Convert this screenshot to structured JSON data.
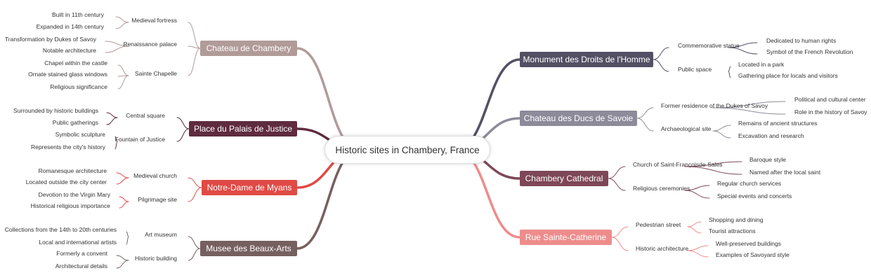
{
  "center": {
    "label": "Historic sites in Chambery, France"
  },
  "branches": [
    {
      "label": "Chateau de Chambery",
      "color": "#b19b99",
      "children": [
        {
          "label": "Medieval fortress",
          "leaves": [
            "Built in 11th century",
            "Expanded in 14th century"
          ]
        },
        {
          "label": "Renaissance palace",
          "leaves": [
            "Transformation by Dukes of Savoy",
            "Notable architecture"
          ]
        },
        {
          "label": "Sainte Chapelle",
          "leaves": [
            "Chapel within the castle",
            "Ornate stained glass windows",
            "Religious significance"
          ]
        }
      ]
    },
    {
      "label": "Place du Palais de Justice",
      "color": "#5f2b3f",
      "children": [
        {
          "label": "Central square",
          "leaves": [
            "Surrounded by historic buildings",
            "Public gatherings"
          ]
        },
        {
          "label": "Fountain of Justice",
          "leaves": [
            "Symbolic sculpture",
            "Represents the city's history"
          ]
        }
      ]
    },
    {
      "label": "Notre-Dame de Myans",
      "color": "#e04a45",
      "children": [
        {
          "label": "Medieval church",
          "leaves": [
            "Romanesque architecture",
            "Located outside the city center"
          ]
        },
        {
          "label": "Pilgrimage site",
          "leaves": [
            "Devotion to the Virgin Mary",
            "Historical religious importance"
          ]
        }
      ]
    },
    {
      "label": "Musee des Beaux-Arts",
      "color": "#76605f",
      "children": [
        {
          "label": "Art museum",
          "leaves": [
            "Collections from the 14th to 20th centuries",
            "Local and international artists"
          ]
        },
        {
          "label": "Historic building",
          "leaves": [
            "Formerly a convent",
            "Architectural details"
          ]
        }
      ]
    },
    {
      "label": "Monument des Droits de l'Homme",
      "color": "#535064",
      "children": [
        {
          "label": "Commemorative statue",
          "leaves": [
            "Dedicated to human rights",
            "Symbol of the French Revolution"
          ]
        },
        {
          "label": "Public space",
          "leaves": [
            "Located in a park",
            "Gathering place for locals and visitors"
          ]
        }
      ]
    },
    {
      "label": "Chateau des Ducs de Savoie",
      "color": "#8d8a9a",
      "children": [
        {
          "label": "Former residence of the Dukes of Savoy",
          "leaves": [
            "Political and cultural center",
            "Role in the history of Savoy"
          ]
        },
        {
          "label": "Archaeological site",
          "leaves": [
            "Remains of ancient structures",
            "Excavation and research"
          ]
        }
      ]
    },
    {
      "label": "Chambery Cathedral",
      "color": "#7e4758",
      "children": [
        {
          "label": "Church of Saint-Françoisde-Sales",
          "leaves": [
            "Baroque style",
            "Named after the local saint"
          ]
        },
        {
          "label": "Religious ceremonies",
          "leaves": [
            "Regular church services",
            "Special events and concerts"
          ]
        }
      ]
    },
    {
      "label": "Rue Sainte-Catherine",
      "color": "#ee8c8c",
      "children": [
        {
          "label": "Pedestrian street",
          "leaves": [
            "Shopping and dining",
            "Tourist attractions"
          ]
        },
        {
          "label": "Historic architecture",
          "leaves": [
            "Well-preserved buildings",
            "Examples of Savoyard style"
          ]
        }
      ]
    }
  ]
}
